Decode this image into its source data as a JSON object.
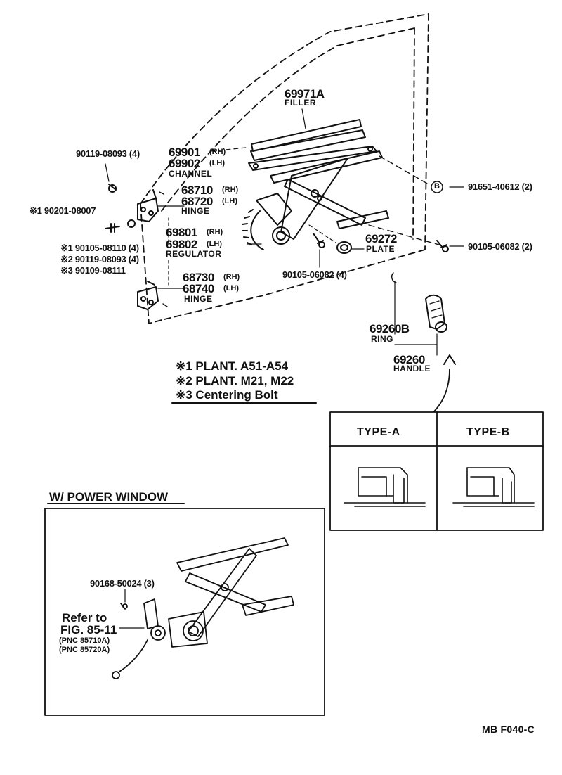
{
  "parts": {
    "filler_pn": "69971A",
    "filler_name": "FILLER",
    "channel_rh": "69901",
    "channel_rh_side": "(RH)",
    "channel_lh": "69902",
    "channel_lh_side": "(LH)",
    "channel_name": "CHANNEL",
    "bolt_08093": "90119-08093 (4)",
    "hinge_upper_rh": "68710",
    "hinge_upper_rh_side": "(RH)",
    "hinge_upper_lh": "68720",
    "hinge_upper_lh_side": "(LH)",
    "hinge_upper_name": "HINGE",
    "bolt_08007": "※1 90201-08007",
    "regulator_rh": "69801",
    "regulator_rh_side": "(RH)",
    "regulator_lh": "69802",
    "regulator_lh_side": "(LH)",
    "regulator_name": "REGULATOR",
    "bolt_08110": "※1 90105-08110 (4)",
    "bolt_08093_b": "※2 90119-08093 (4)",
    "bolt_08111": "※3 90109-08111",
    "hinge_lower_rh": "68730",
    "hinge_lower_rh_side": "(RH)",
    "hinge_lower_lh": "68740",
    "hinge_lower_lh_side": "(LH)",
    "hinge_lower_name": "HINGE",
    "bolt_06082_4": "90105-06082 (4)",
    "plate_pn": "69272",
    "plate_name": "PLATE",
    "ref_b": "B",
    "screw_40612": "91651-40612 (2)",
    "bolt_06082_2": "90105-06082 (2)",
    "ring_pn": "69260B",
    "ring_name": "RING",
    "handle_pn": "69260",
    "handle_name": "HANDLE"
  },
  "legend": {
    "line1": "※1 PLANT. A51-A54",
    "line2": "※2 PLANT. M21, M22",
    "line3": "※3 Centering Bolt"
  },
  "types": {
    "a": "TYPE-A",
    "b": "TYPE-B"
  },
  "power_window": {
    "title": "W/ POWER  WINDOW",
    "bolt_50024": "90168-50024 (3)",
    "refer_line1": "Refer to",
    "refer_line2": "FIG. 85-11",
    "refer_line3": "(PNC 85710A)",
    "refer_line4": "(PNC 85720A)"
  },
  "code": "MB  F040-C"
}
